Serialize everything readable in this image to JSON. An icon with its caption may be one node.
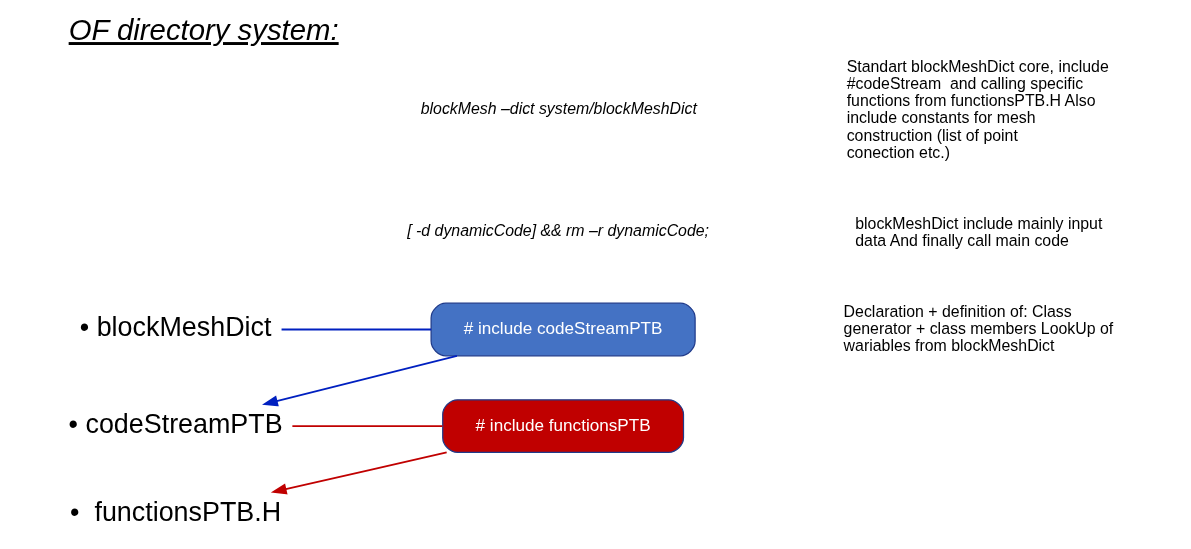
{
  "diagram": {
    "title": "OF directory system:",
    "nodes": [
      {
        "text": [
          "• blockMeshDict"
        ]
      },
      {
        "text": [
          "# include codeStreamPTB"
        ]
      },
      {
        "text": [
          "• codeStreamPTB"
        ]
      },
      {
        "text": [
          "# include functionsPTB"
        ]
      },
      {
        "text": [
          "•  functionsPTB.H"
        ]
      }
    ],
    "edges": [
      {
        "from": 0,
        "to": 1,
        "arrow": "none",
        "color": "#0020c0"
      },
      {
        "from": 1,
        "to": 2,
        "arrow": "to",
        "color": "#0020c0"
      },
      {
        "from": 2,
        "to": 3,
        "arrow": "none",
        "color": "#c00000"
      },
      {
        "from": 3,
        "to": 4,
        "arrow": "to",
        "color": "#c00000"
      }
    ],
    "labels": [
      "[ -d dynamicCode] && rm –r dynamicCode;",
      "blockMesh –dict system/blockMeshDict",
      "blockMeshDict include mainly input data And finally call main code",
      "Standart blockMeshDict core, include #codeStream  and calling specific functions from functionsPTB.H Also include constants for mesh construction (list of point conection etc.)",
      "Declaration + definition of: Class generator + class members LookUp of wariables from blockMeshDict"
    ]
  }
}
